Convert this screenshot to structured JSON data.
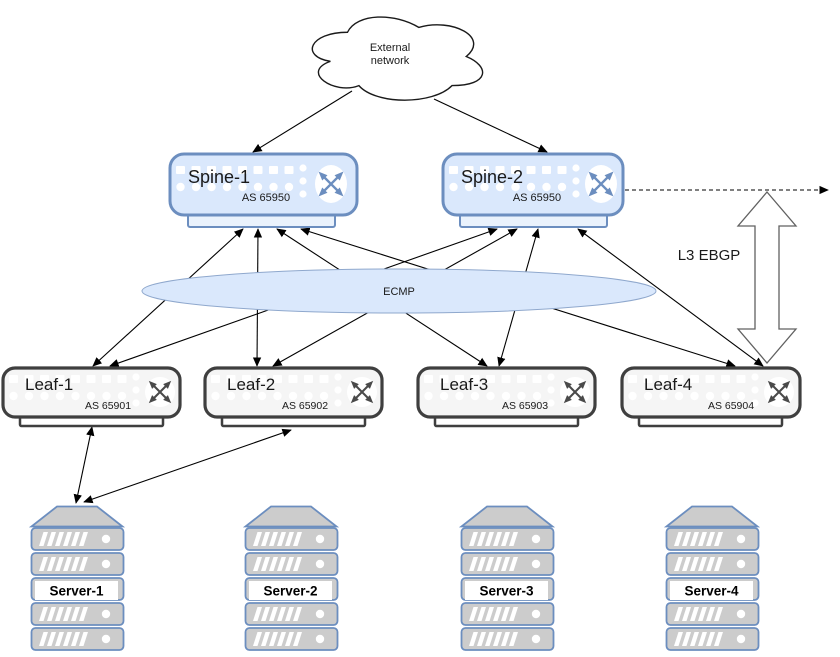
{
  "cloud": {
    "line1": "External",
    "line2": "network"
  },
  "spines": [
    {
      "name": "Spine-1",
      "asn": "AS 65950"
    },
    {
      "name": "Spine-2",
      "asn": "AS 65950"
    }
  ],
  "leaves": [
    {
      "name": "Leaf-1",
      "asn": "AS 65901"
    },
    {
      "name": "Leaf-2",
      "asn": "AS 65902"
    },
    {
      "name": "Leaf-3",
      "asn": "AS 65903"
    },
    {
      "name": "Leaf-4",
      "asn": "AS 65904"
    }
  ],
  "servers": [
    {
      "name": "Server-1"
    },
    {
      "name": "Server-2"
    },
    {
      "name": "Server-3"
    },
    {
      "name": "Server-4"
    }
  ],
  "ecmp": {
    "label": "ECMP"
  },
  "link_label": {
    "text": "L3 EBGP",
    "color": "#5959F0"
  },
  "colors": {
    "spine_fill": "#dae8fc",
    "spine_stroke": "#6c8ebf",
    "spine_bar_fill": "#eaf2fc",
    "leaf_fill": "#f5f5f5",
    "leaf_stroke": "#3f3f3f",
    "leaf_bar_fill": "#ffffff",
    "ecmp_fill": "#dae8fc",
    "ecmp_stroke": "#8fa8cd",
    "server_fill": "#cccccc",
    "server_stroke": "#6c8ebf",
    "line": "#000000",
    "double_arrow_stroke": "#616161",
    "cloud_fill": "#ffffff",
    "cloud_stroke": "#1a1a1a",
    "spine_icon": "#6c8ebf",
    "leaf_icon": "#4a4a4a"
  }
}
